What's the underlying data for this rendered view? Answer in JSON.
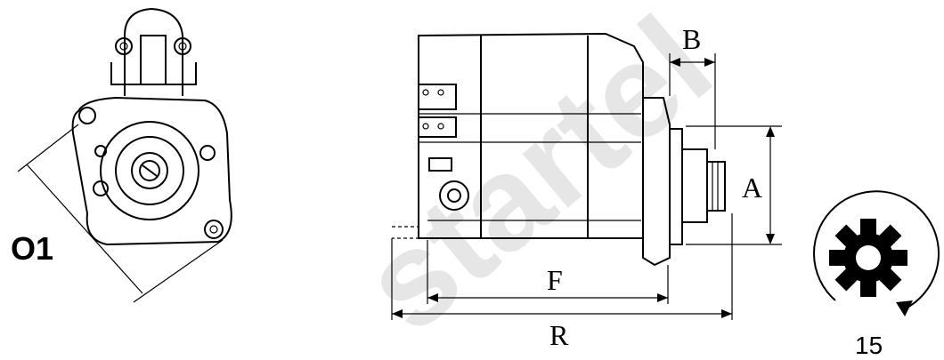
{
  "front_view": {
    "dimension_label": "O1"
  },
  "side_view": {
    "dimension_labels": {
      "a": "A",
      "b": "B",
      "f": "F",
      "r": "R"
    }
  },
  "rotation_indicator": {
    "icon": "gear-icon",
    "arrow": "clockwise-arrow-icon",
    "teeth_label": "15"
  },
  "watermark": {
    "text": "startel"
  }
}
